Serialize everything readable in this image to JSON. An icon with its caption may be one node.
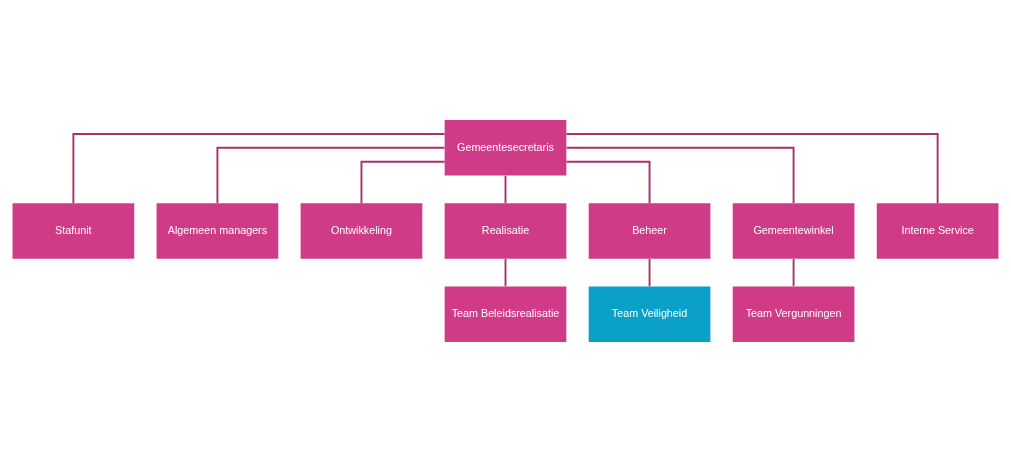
{
  "diagram": {
    "nodes": [
      {
        "text": [
          "Gemeentesecretaris"
        ]
      },
      {
        "text": [
          "Stafunit"
        ]
      },
      {
        "text": [
          "Algemeen managers"
        ]
      },
      {
        "text": [
          "Ontwikkeling"
        ]
      },
      {
        "text": [
          "Realisatie"
        ]
      },
      {
        "text": [
          "Beheer"
        ]
      },
      {
        "text": [
          "Gemeentewinkel"
        ]
      },
      {
        "text": [
          "Interne Service"
        ]
      },
      {
        "text": [
          "Team Beleidsrealisatie"
        ]
      },
      {
        "text": [
          "Team Veiligheid"
        ]
      },
      {
        "text": [
          "Team Vergunningen"
        ]
      }
    ],
    "edges": [
      {
        "from": 0,
        "to": 1,
        "arrow": "none"
      },
      {
        "from": 0,
        "to": 2,
        "arrow": "none"
      },
      {
        "from": 0,
        "to": 3,
        "arrow": "none"
      },
      {
        "from": 0,
        "to": 4,
        "arrow": "none"
      },
      {
        "from": 0,
        "to": 5,
        "arrow": "none"
      },
      {
        "from": 0,
        "to": 6,
        "arrow": "none"
      },
      {
        "from": 0,
        "to": 7,
        "arrow": "none"
      },
      {
        "from": 4,
        "to": 8,
        "arrow": "none"
      },
      {
        "from": 5,
        "to": 9,
        "arrow": "none"
      },
      {
        "from": 6,
        "to": 10,
        "arrow": "none"
      }
    ]
  }
}
